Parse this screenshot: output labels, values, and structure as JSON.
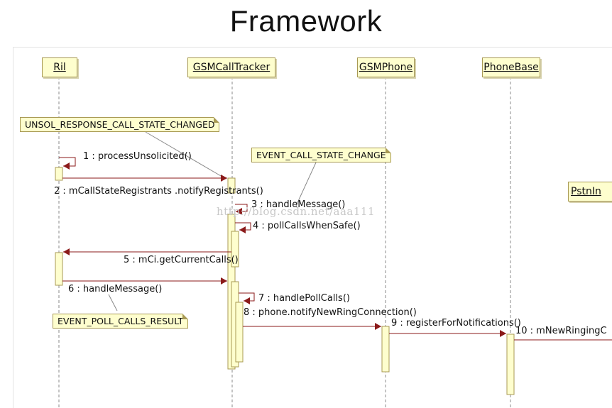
{
  "title": "Framework",
  "lifelines": {
    "ril": "Ril",
    "gsm_call_tracker": "GSMCallTracker",
    "gsm_phone": "GSMPhone",
    "phone_base": "PhoneBase",
    "pstn": "PstnIn"
  },
  "notes": {
    "unsol": "UNSOL_RESPONSE_CALL_STATE_CHANGED",
    "event_call_state": "EVENT_CALL_STATE_CHANGE",
    "event_poll": "EVENT_POLL_CALLS_RESULT"
  },
  "messages": {
    "m1": "1 : processUnsolicited()",
    "m2": "2 : mCallStateRegistrants .notifyRegistrants()",
    "m3": "3 : handleMessage()",
    "m4": "4 : pollCallsWhenSafe()",
    "m5": "5 : mCi.getCurrentCalls()",
    "m6": "6 : handleMessage()",
    "m7": "7 : handlePollCalls()",
    "m8": "8 : phone.notifyNewRingConnection()",
    "m9": "9 : registerForNotifications()",
    "m10": "10 : mNewRingingC"
  },
  "watermark": "http://blog.csdn.net/aaa111"
}
